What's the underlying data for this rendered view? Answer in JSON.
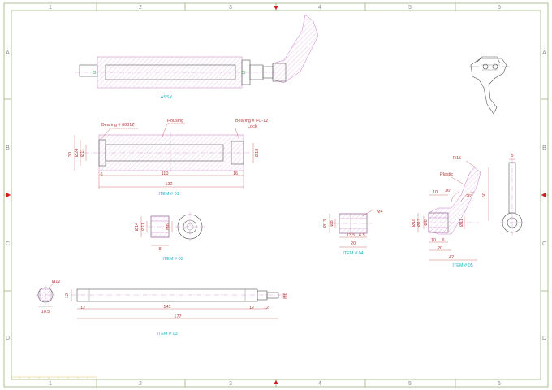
{
  "border": {
    "columns": [
      "1",
      "2",
      "3",
      "4",
      "5",
      "6"
    ],
    "rows": [
      "A",
      "B",
      "C",
      "D"
    ]
  },
  "assy": {
    "caption": "ASSY"
  },
  "item1": {
    "caption": "ITEM # 01",
    "bearing_left": "Bearing # 6001Z",
    "bearing_right": "Bearing # FC-12",
    "bearing_right_sub": "Lock",
    "housing": "Housing",
    "dims": {
      "d_outer": "30",
      "d_bearing": "Ø24",
      "d_inner": "Ø11",
      "d_right": "Ø18",
      "len_left": "6",
      "len_mid": "110",
      "len_right": "16",
      "len_total": "132"
    }
  },
  "item2": {
    "caption": "ITEM # 02",
    "dims": {
      "d1": "Ø14",
      "d2": "Ø11",
      "thread": "M6",
      "width": "8"
    }
  },
  "item3": {
    "caption": "ITEM # 03",
    "dims": {
      "diameter": "Ø12",
      "end_width": "10.5",
      "height": "12",
      "thread": "M6",
      "seg_left": "12",
      "seg_mid": "141",
      "seg_r1": "12",
      "seg_r2": "12",
      "total": "177"
    }
  },
  "item4": {
    "caption": "ITEM # 04",
    "dims": {
      "thread": "M4",
      "d1": "Ø13",
      "d2": "Ø8",
      "l1": "13.5",
      "l2": "6.5",
      "total": "20"
    }
  },
  "item5": {
    "caption": "ITEM # 05",
    "note": "Plastic",
    "dims": {
      "radius": "R15",
      "d1": "Ø18",
      "d2": "Ø13",
      "d3": "Ø8",
      "d4": "Ø11",
      "top": "10",
      "angle1": "36°",
      "angle2": "26°",
      "height": "50",
      "w1": "10",
      "w2": "6",
      "w3": "20",
      "total": "42",
      "side_width": "5"
    }
  },
  "colors": {
    "frame": "#8aa86a",
    "dimension": "#b23a3a",
    "caption": "#1fb5c7",
    "hatch": "#c77ac7"
  }
}
